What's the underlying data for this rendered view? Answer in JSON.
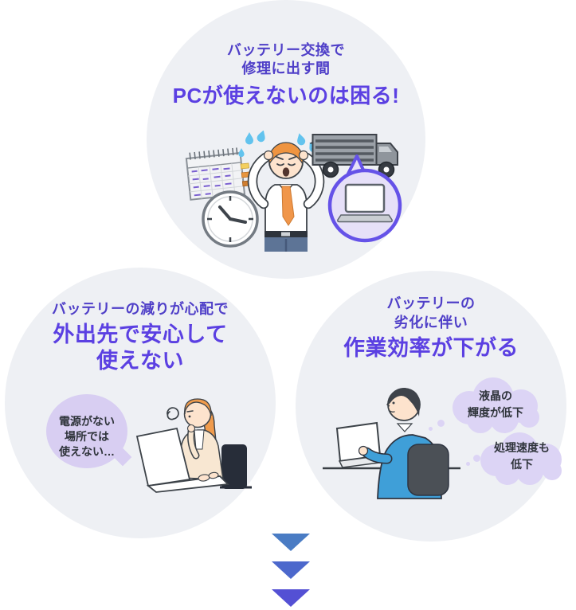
{
  "page": {
    "background": "#ffffff",
    "circle_background": "#eef0f4",
    "title_purple": "#5b40e2",
    "subtitle_purple": "#4f3fc8",
    "speech_bubble_fill": "#d8cef2",
    "thought_cloud_fill": "#dcd4f5",
    "bubble_text_color": "#2f343b",
    "laptop_bubble_border": "#6552e8",
    "laptop_bubble_fill": "#e6e0f8"
  },
  "top_circle": {
    "subtitle_line1": "バッテリー交換で",
    "subtitle_line2": "修理に出す間",
    "title": "PCが使えないのは困る!"
  },
  "left_circle": {
    "subtitle": "バッテリーの減りが心配で",
    "title_line1": "外出先で安心して",
    "title_line2": "使えない",
    "speech_bubble": {
      "line1": "電源がない",
      "line2": "場所では",
      "line3": "使えない…"
    }
  },
  "right_circle": {
    "subtitle_line1": "バッテリーの",
    "subtitle_line2": "劣化に伴い",
    "title": "作業効率が下がる",
    "thought_bubble1": {
      "line1": "液晶の",
      "line2": "輝度が低下"
    },
    "thought_bubble2": {
      "line1": "処理速度も",
      "line2": "低下"
    }
  },
  "arrows": {
    "colors": [
      "#4a7cc4",
      "#4c68cc",
      "#5450d4"
    ]
  },
  "icons": [
    "calendar-icon",
    "clock-icon",
    "stressed-office-worker-illustration",
    "delivery-truck-icon",
    "laptop-in-speech-bubble-icon",
    "woman-thinking-at-laptop-illustration",
    "man-working-at-laptop-illustration",
    "thought-cloud",
    "speech-bubble",
    "down-arrow-icon"
  ]
}
